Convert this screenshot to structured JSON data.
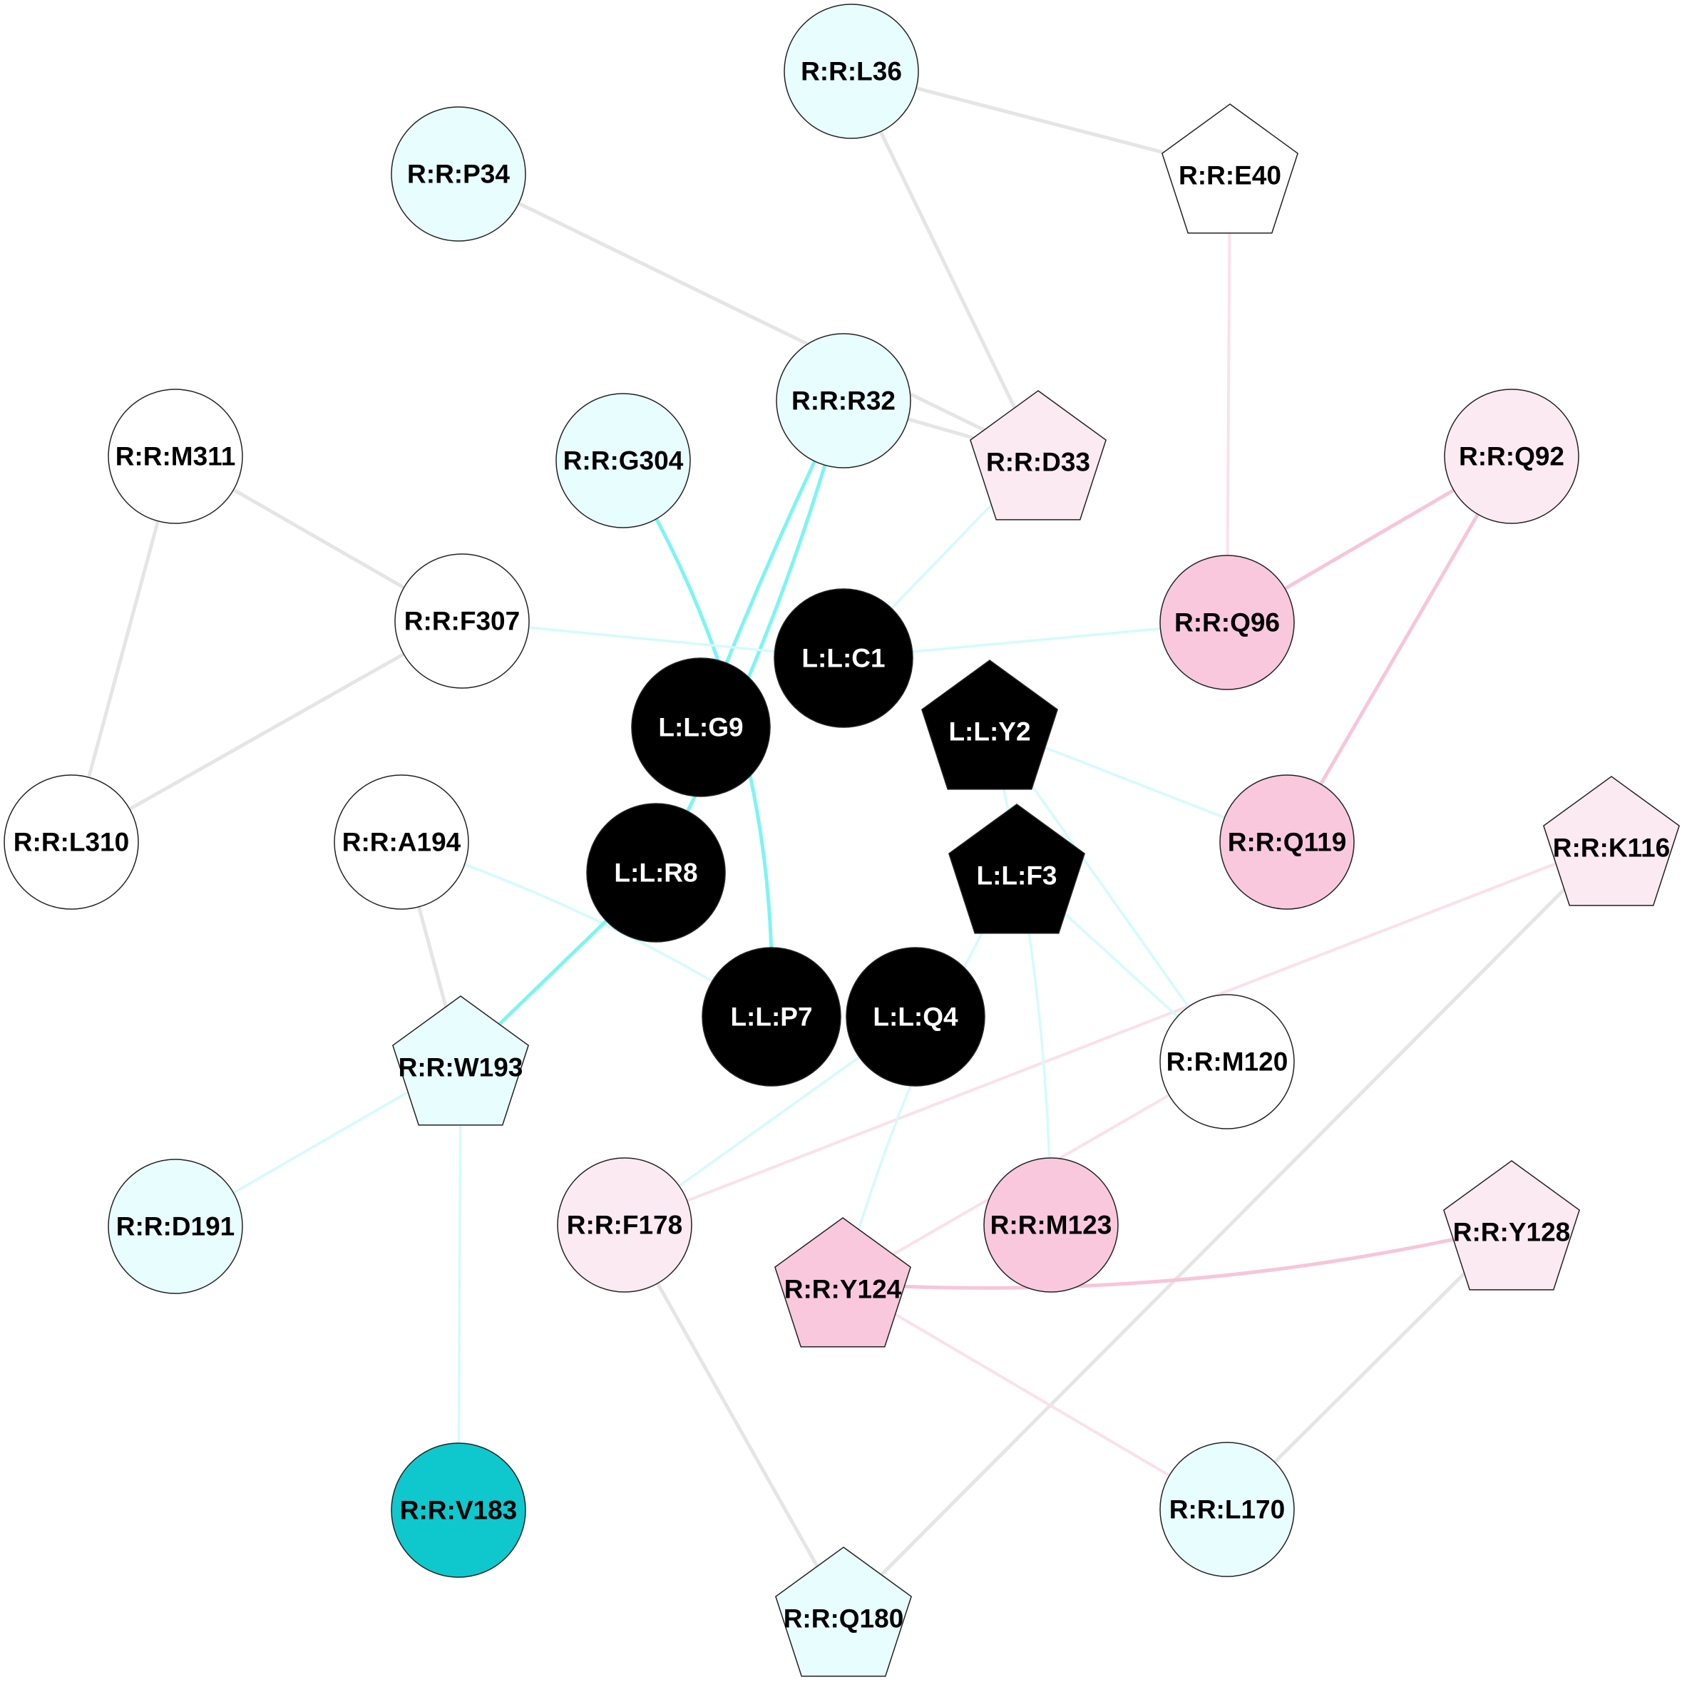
{
  "colors": {
    "grey": "#e5e5e5",
    "cyan": "#7df4f4",
    "lightcyan": "#d4fbfb",
    "pink": "#f7c5d9",
    "lightpink": "#fbe0ea",
    "fill_ligand": "#000000",
    "fill_white": "#ffffff",
    "fill_lightcyan": "#e8fdfd",
    "fill_lightpink": "#fbeaf2",
    "fill_pink": "#f9c8dd",
    "fill_teal": "#0ec8ce"
  },
  "nodes": [
    {
      "id": "L:L:C1",
      "label": "L:L:C1",
      "shape": "circle",
      "fill": "fill_ligand",
      "text": "white"
    },
    {
      "id": "L:L:Y2",
      "label": "L:L:Y2",
      "shape": "pentagon",
      "fill": "fill_ligand",
      "text": "white"
    },
    {
      "id": "L:L:F3",
      "label": "L:L:F3",
      "shape": "pentagon",
      "fill": "fill_ligand",
      "text": "white"
    },
    {
      "id": "L:L:Q4",
      "label": "L:L:Q4",
      "shape": "circle",
      "fill": "fill_ligand",
      "text": "white"
    },
    {
      "id": "L:L:P7",
      "label": "L:L:P7",
      "shape": "circle",
      "fill": "fill_ligand",
      "text": "white"
    },
    {
      "id": "L:L:R8",
      "label": "L:L:R8",
      "shape": "circle",
      "fill": "fill_ligand",
      "text": "white"
    },
    {
      "id": "L:L:G9",
      "label": "L:L:G9",
      "shape": "circle",
      "fill": "fill_ligand",
      "text": "white"
    },
    {
      "id": "R:R:L36",
      "label": "R:R:L36",
      "shape": "circle",
      "fill": "fill_lightcyan",
      "text": "black"
    },
    {
      "id": "R:R:E40",
      "label": "R:R:E40",
      "shape": "pentagon",
      "fill": "fill_white",
      "text": "black"
    },
    {
      "id": "R:R:P34",
      "label": "R:R:P34",
      "shape": "circle",
      "fill": "fill_lightcyan",
      "text": "black"
    },
    {
      "id": "R:R:R32",
      "label": "R:R:R32",
      "shape": "circle",
      "fill": "fill_lightcyan",
      "text": "black"
    },
    {
      "id": "R:R:D33",
      "label": "R:R:D33",
      "shape": "pentagon",
      "fill": "fill_lightpink",
      "text": "black"
    },
    {
      "id": "R:R:G304",
      "label": "R:R:G304",
      "shape": "circle",
      "fill": "fill_lightcyan",
      "text": "black"
    },
    {
      "id": "R:R:M311",
      "label": "R:R:M311",
      "shape": "circle",
      "fill": "fill_white",
      "text": "black"
    },
    {
      "id": "R:R:Q92",
      "label": "R:R:Q92",
      "shape": "circle",
      "fill": "fill_lightpink",
      "text": "black"
    },
    {
      "id": "R:R:F307",
      "label": "R:R:F307",
      "shape": "circle",
      "fill": "fill_white",
      "text": "black"
    },
    {
      "id": "R:R:Q96",
      "label": "R:R:Q96",
      "shape": "circle",
      "fill": "fill_pink",
      "text": "black"
    },
    {
      "id": "R:R:L310",
      "label": "R:R:L310",
      "shape": "circle",
      "fill": "fill_white",
      "text": "black"
    },
    {
      "id": "R:R:A194",
      "label": "R:R:A194",
      "shape": "circle",
      "fill": "fill_white",
      "text": "black"
    },
    {
      "id": "R:R:Q119",
      "label": "R:R:Q119",
      "shape": "circle",
      "fill": "fill_pink",
      "text": "black"
    },
    {
      "id": "R:R:K116",
      "label": "R:R:K116",
      "shape": "pentagon",
      "fill": "fill_lightpink",
      "text": "black"
    },
    {
      "id": "R:R:W193",
      "label": "R:R:W193",
      "shape": "pentagon",
      "fill": "fill_lightcyan",
      "text": "black"
    },
    {
      "id": "R:R:M120",
      "label": "R:R:M120",
      "shape": "circle",
      "fill": "fill_white",
      "text": "black"
    },
    {
      "id": "R:R:D191",
      "label": "R:R:D191",
      "shape": "circle",
      "fill": "fill_lightcyan",
      "text": "black"
    },
    {
      "id": "R:R:F178",
      "label": "R:R:F178",
      "shape": "circle",
      "fill": "fill_lightpink",
      "text": "black"
    },
    {
      "id": "R:R:M123",
      "label": "R:R:M123",
      "shape": "circle",
      "fill": "fill_pink",
      "text": "black"
    },
    {
      "id": "R:R:Y128",
      "label": "R:R:Y128",
      "shape": "pentagon",
      "fill": "fill_lightpink",
      "text": "black"
    },
    {
      "id": "R:R:Y124",
      "label": "R:R:Y124",
      "shape": "pentagon",
      "fill": "fill_pink",
      "text": "black"
    },
    {
      "id": "R:R:V183",
      "label": "R:R:V183",
      "shape": "circle",
      "fill": "fill_teal",
      "text": "black"
    },
    {
      "id": "R:R:L170",
      "label": "R:R:L170",
      "shape": "circle",
      "fill": "fill_lightcyan",
      "text": "black"
    },
    {
      "id": "R:R:Q180",
      "label": "R:R:Q180",
      "shape": "pentagon",
      "fill": "fill_lightcyan",
      "text": "black"
    }
  ],
  "edges": [
    {
      "source": "R:R:L36",
      "target": "R:R:E40",
      "color": "grey"
    },
    {
      "source": "R:R:L36",
      "target": "R:R:D33",
      "color": "grey"
    },
    {
      "source": "R:R:P34",
      "target": "R:R:D33",
      "color": "grey"
    },
    {
      "source": "R:R:R32",
      "target": "R:R:D33",
      "color": "grey"
    },
    {
      "source": "R:R:E40",
      "target": "R:R:Q96",
      "color": "lightpink"
    },
    {
      "source": "R:R:Q92",
      "target": "R:R:Q96",
      "color": "pink"
    },
    {
      "source": "R:R:Q92",
      "target": "R:R:Q119",
      "color": "pink"
    },
    {
      "source": "R:R:M311",
      "target": "R:R:F307",
      "color": "grey"
    },
    {
      "source": "R:R:M311",
      "target": "R:R:L310",
      "color": "grey"
    },
    {
      "source": "R:R:F307",
      "target": "R:R:L310",
      "color": "grey"
    },
    {
      "source": "R:R:A194",
      "target": "R:R:W193",
      "color": "grey"
    },
    {
      "source": "R:R:K116",
      "target": "R:R:Q180",
      "color": "grey"
    },
    {
      "source": "R:R:K116",
      "target": "R:R:F178",
      "color": "lightpink"
    },
    {
      "source": "R:R:F178",
      "target": "R:R:Q180",
      "color": "grey"
    },
    {
      "source": "R:R:Y128",
      "target": "R:R:Y124",
      "color": "pink"
    },
    {
      "source": "R:R:Y128",
      "target": "R:R:L170",
      "color": "grey"
    },
    {
      "source": "R:R:M120",
      "target": "R:R:Y124",
      "color": "lightpink"
    },
    {
      "source": "R:R:Y124",
      "target": "R:R:L170",
      "color": "lightpink"
    },
    {
      "source": "R:R:W193",
      "target": "R:R:V183",
      "color": "lightcyan"
    },
    {
      "source": "R:R:W193",
      "target": "R:R:D191",
      "color": "lightcyan"
    },
    {
      "source": "R:R:R32",
      "target": "L:L:G9",
      "color": "cyan"
    },
    {
      "source": "R:R:R32",
      "target": "L:L:R8",
      "color": "cyan"
    },
    {
      "source": "R:R:G304",
      "target": "L:L:P7",
      "color": "cyan"
    },
    {
      "source": "R:R:D33",
      "target": "L:L:C1",
      "color": "lightcyan"
    },
    {
      "source": "R:R:F307",
      "target": "L:L:C1",
      "color": "lightcyan"
    },
    {
      "source": "R:R:Q96",
      "target": "L:L:C1",
      "color": "lightcyan"
    },
    {
      "source": "L:L:Y2",
      "target": "R:R:Q119",
      "color": "lightcyan"
    },
    {
      "source": "L:L:Y2",
      "target": "R:R:M120",
      "color": "lightcyan"
    },
    {
      "source": "L:L:Y2",
      "target": "R:R:M123",
      "color": "lightcyan"
    },
    {
      "source": "L:L:F3",
      "target": "R:R:M120",
      "color": "lightcyan"
    },
    {
      "source": "L:L:F3",
      "target": "R:R:Y124",
      "color": "lightcyan"
    },
    {
      "source": "L:L:Q4",
      "target": "R:R:F178",
      "color": "lightcyan"
    },
    {
      "source": "L:L:P7",
      "target": "R:R:A194",
      "color": "lightcyan"
    },
    {
      "source": "L:L:R8",
      "target": "R:R:W193",
      "color": "cyan"
    }
  ]
}
